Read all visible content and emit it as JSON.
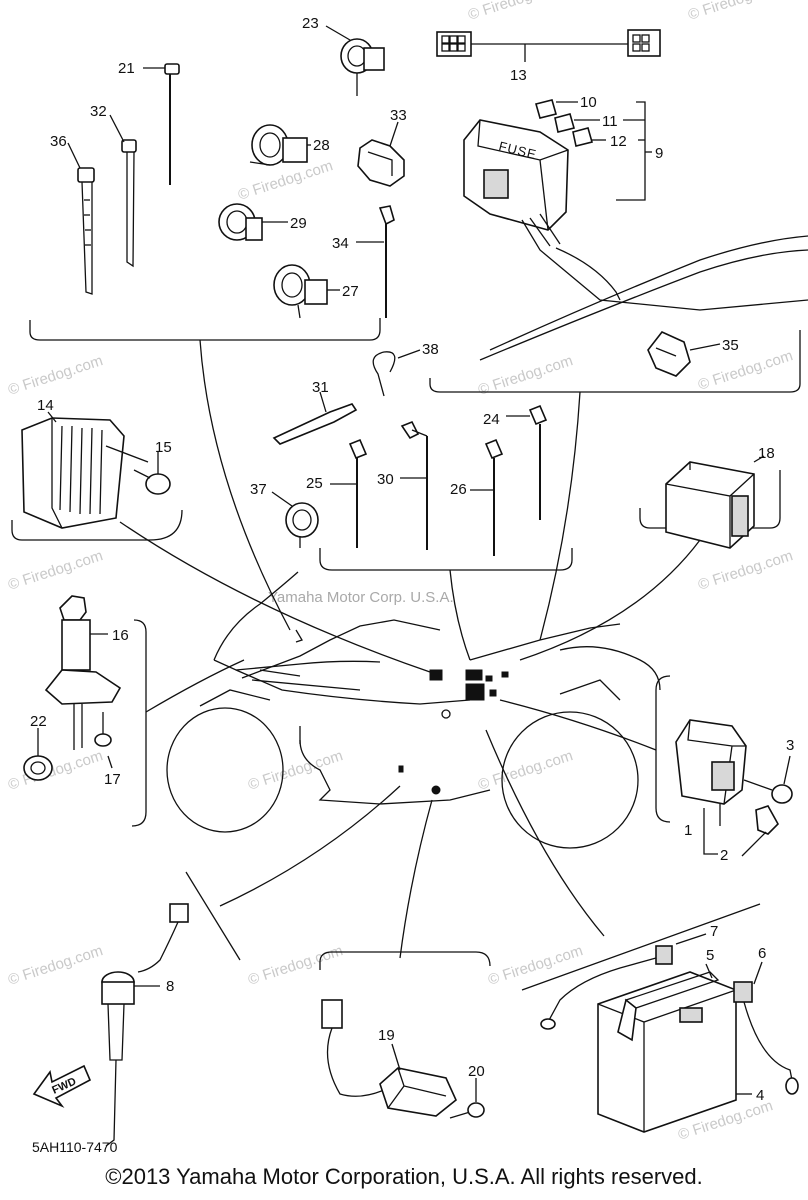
{
  "callouts": {
    "n1": "1",
    "n2": "2",
    "n3": "3",
    "n4": "4",
    "n5": "5",
    "n6": "6",
    "n7": "7",
    "n8": "8",
    "n9": "9",
    "n10": "10",
    "n11": "11",
    "n12": "12",
    "n13": "13",
    "n14": "14",
    "n15": "15",
    "n16": "16",
    "n17": "17",
    "n18": "18",
    "n19": "19",
    "n20": "20",
    "n21": "21",
    "n22": "22",
    "n23": "23",
    "n24": "24",
    "n25": "25",
    "n26": "26",
    "n27": "27",
    "n28": "28",
    "n29": "29",
    "n30": "30",
    "n31": "31",
    "n32": "32",
    "n33": "33",
    "n34": "34",
    "n35": "35",
    "n36": "36",
    "n37": "37",
    "n38": "38"
  },
  "labels": {
    "fuse": "FUSE",
    "fwd": "FWD",
    "part_code": "5AH110-7470",
    "center_watermark": "Yamaha Motor Corp. U.S.A.",
    "copyright": "©2013 Yamaha Motor Corporation, U.S.A. All rights reserved."
  },
  "watermarks": {
    "firedog": "© Firedog.com"
  }
}
